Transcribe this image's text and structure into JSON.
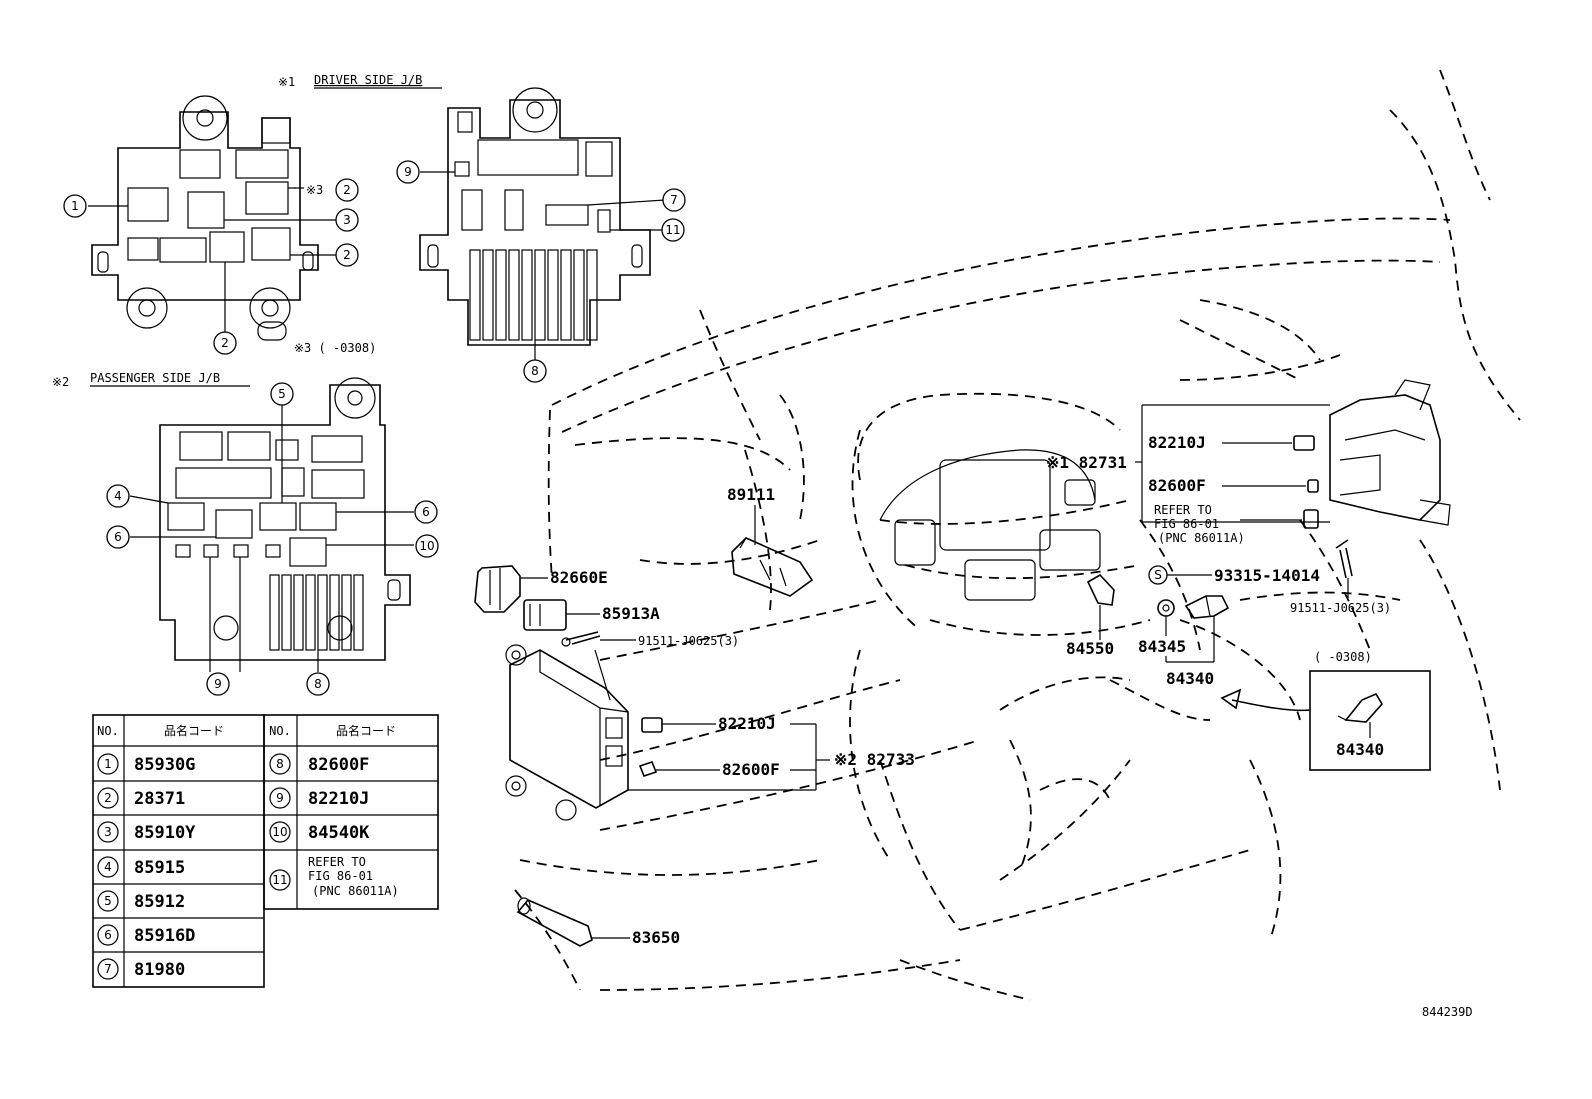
{
  "notes": {
    "n1_mark": "※1",
    "n1_title": "DRIVER SIDE J/B",
    "n2_mark": "※2",
    "n2_title": "PASSENGER SIDE J/B",
    "n3_inline": "※3",
    "n3_range": "※3 (    -0308)"
  },
  "callouts": {
    "c1": "1",
    "c2": "2",
    "c3": "3",
    "c4": "4",
    "c5": "5",
    "c6": "6",
    "c7": "7",
    "c8": "8",
    "c9": "9",
    "c10": "10",
    "c11": "11"
  },
  "parts": {
    "p82660E": "82660E",
    "p85913A": "85913A",
    "p91511_left": "91511-J0625(3)",
    "p89111": "89111",
    "p82210J_lower": "82210J",
    "p82600F_lower": "82600F",
    "p82733": "※2 82733",
    "p83650": "83650",
    "p82731": "※1 82731",
    "p82210J_upper": "82210J",
    "p82600F_upper": "82600F",
    "refer_line1": "REFER TO",
    "refer_line2": "FIG 86-01",
    "refer_line3": "(PNC 86011A)",
    "s_mark": "S",
    "p93315": "93315-14014",
    "p91511_right": "91511-J0625(3)",
    "p84550": "84550",
    "p84345": "84345",
    "p84340": "84340",
    "inset_range": "(    -0308)",
    "inset_part": "84340"
  },
  "table": {
    "left_header": [
      "NO.",
      "品名コード"
    ],
    "right_header": [
      "NO.",
      "品名コード"
    ],
    "left_rows": [
      {
        "no": "1",
        "code": "85930G"
      },
      {
        "no": "2",
        "code": "28371"
      },
      {
        "no": "3",
        "code": "85910Y"
      },
      {
        "no": "4",
        "code": "85915"
      },
      {
        "no": "5",
        "code": "85912"
      },
      {
        "no": "6",
        "code": "85916D"
      },
      {
        "no": "7",
        "code": "81980"
      }
    ],
    "right_rows": [
      {
        "no": "8",
        "code": "82600F"
      },
      {
        "no": "9",
        "code": "82210J"
      },
      {
        "no": "10",
        "code": "84540K"
      },
      {
        "no": "11",
        "code": "REFER TO",
        "code2": "FIG 86-01",
        "code3": "(PNC 86011A)"
      }
    ]
  },
  "figure_id": "844239D"
}
